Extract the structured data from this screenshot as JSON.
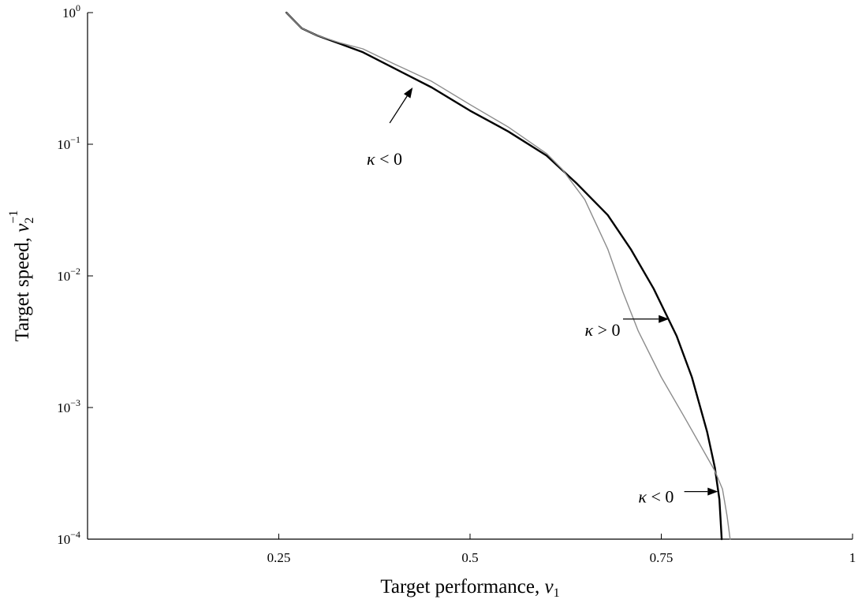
{
  "chart_data": {
    "type": "line",
    "xlabel": {
      "text": "Target performance, ",
      "var": "v",
      "sub": "1"
    },
    "ylabel": {
      "text": "Target speed, ",
      "var": "v",
      "sub": "2",
      "sup": "−1"
    },
    "xlim": [
      0,
      1
    ],
    "ylim": [
      0.0001,
      1
    ],
    "yscale": "log",
    "grid": false,
    "x_ticks": [
      {
        "value": 0.25,
        "label": "0.25"
      },
      {
        "value": 0.5,
        "label": "0.5"
      },
      {
        "value": 0.75,
        "label": "0.75"
      },
      {
        "value": 1,
        "label": "1"
      }
    ],
    "y_ticks": [
      {
        "value": 1,
        "base": "10",
        "exp": "0"
      },
      {
        "value": 0.1,
        "base": "10",
        "exp": "−1"
      },
      {
        "value": 0.01,
        "base": "10",
        "exp": "−2"
      },
      {
        "value": 0.001,
        "base": "10",
        "exp": "−3"
      },
      {
        "value": 0.0001,
        "base": "10",
        "exp": "−4"
      }
    ],
    "series": [
      {
        "color": "#000000",
        "width": 2.4,
        "points": [
          [
            0.26,
            1.0
          ],
          [
            0.27,
            0.87
          ],
          [
            0.28,
            0.76
          ],
          [
            0.3,
            0.67
          ],
          [
            0.33,
            0.58
          ],
          [
            0.36,
            0.5
          ],
          [
            0.4,
            0.38
          ],
          [
            0.45,
            0.27
          ],
          [
            0.5,
            0.18
          ],
          [
            0.55,
            0.125
          ],
          [
            0.6,
            0.082
          ],
          [
            0.64,
            0.05
          ],
          [
            0.68,
            0.029
          ],
          [
            0.71,
            0.016
          ],
          [
            0.74,
            0.008
          ],
          [
            0.77,
            0.0035
          ],
          [
            0.79,
            0.0017
          ],
          [
            0.81,
            0.00065
          ],
          [
            0.82,
            0.00035
          ],
          [
            0.826,
            0.0002
          ],
          [
            0.829,
            0.0001
          ]
        ]
      },
      {
        "color": "#8c8c8c",
        "width": 1.4,
        "points": [
          [
            0.26,
            1.0
          ],
          [
            0.27,
            0.87
          ],
          [
            0.28,
            0.76
          ],
          [
            0.3,
            0.67
          ],
          [
            0.33,
            0.59
          ],
          [
            0.36,
            0.53
          ],
          [
            0.4,
            0.41
          ],
          [
            0.45,
            0.3
          ],
          [
            0.5,
            0.2
          ],
          [
            0.55,
            0.135
          ],
          [
            0.6,
            0.085
          ],
          [
            0.62,
            0.065
          ],
          [
            0.65,
            0.038
          ],
          [
            0.68,
            0.016
          ],
          [
            0.7,
            0.0075
          ],
          [
            0.72,
            0.0038
          ],
          [
            0.75,
            0.0017
          ],
          [
            0.78,
            0.00085
          ],
          [
            0.8,
            0.00053
          ],
          [
            0.82,
            0.00033
          ],
          [
            0.83,
            0.00024
          ],
          [
            0.836,
            0.00015
          ],
          [
            0.84,
            0.0001
          ]
        ]
      }
    ],
    "annotations": [
      {
        "text": "κ < 0",
        "text_at": [
          0.365,
          0.07
        ],
        "arrow_from": [
          0.395,
          0.145
        ],
        "arrow_to": [
          0.425,
          0.27
        ]
      },
      {
        "text": "κ > 0",
        "text_at": [
          0.65,
          0.0035
        ],
        "arrow_from": [
          0.7,
          0.0047
        ],
        "arrow_to": [
          0.76,
          0.0047
        ]
      },
      {
        "text": "κ < 0",
        "text_at": [
          0.72,
          0.00019
        ],
        "arrow_from": [
          0.78,
          0.00023
        ],
        "arrow_to": [
          0.824,
          0.00023
        ]
      }
    ]
  }
}
